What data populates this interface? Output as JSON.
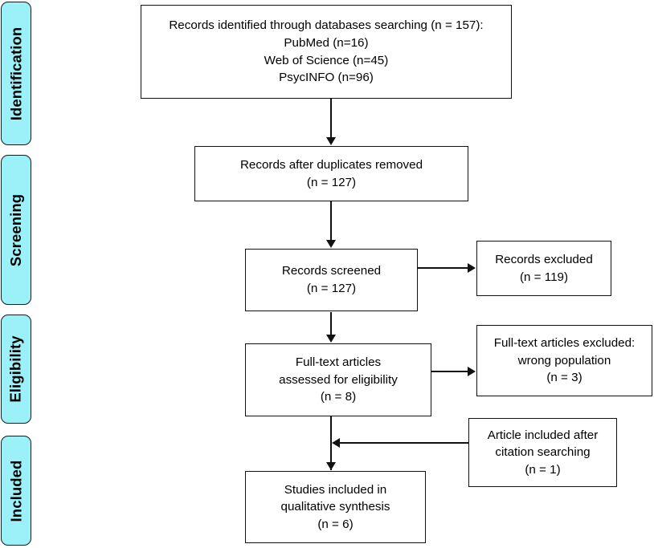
{
  "diagram": {
    "type": "prisma-flow-diagram",
    "accent_color": "#9BF1F7",
    "line_color": "#111111",
    "stages": [
      {
        "id": "identification",
        "label": "Identification"
      },
      {
        "id": "screening",
        "label": "Screening"
      },
      {
        "id": "eligibility",
        "label": "Eligibility"
      },
      {
        "id": "included",
        "label": "Included"
      }
    ],
    "boxes": {
      "records_identified": "Records identified through databases searching (n = 157):\nPubMed (n=16)\nWeb of Science (n=45)\nPsycINFO (n=96)",
      "records_after_duplicates": "Records after duplicates removed\n(n = 127)",
      "records_screened": "Records screened\n(n = 127)",
      "records_excluded": "Records excluded\n(n = 119)",
      "fulltext_assessed": "Full-text articles\nassessed for eligibility\n(n = 8)",
      "fulltext_excluded": "Full-text articles excluded:\nwrong population\n(n = 3)",
      "article_citation": "Article included after\ncitation searching\n(n = 1)",
      "studies_included": "Studies included in\nqualitative synthesis\n(n = 6)"
    },
    "counts": {
      "total_identified": 157,
      "pubmed": 16,
      "web_of_science": 45,
      "psycinfo": 96,
      "after_duplicates": 127,
      "screened": 127,
      "excluded_screening": 119,
      "fulltext_assessed": 8,
      "fulltext_excluded": 3,
      "citation_added": 1,
      "included_final": 6
    }
  }
}
